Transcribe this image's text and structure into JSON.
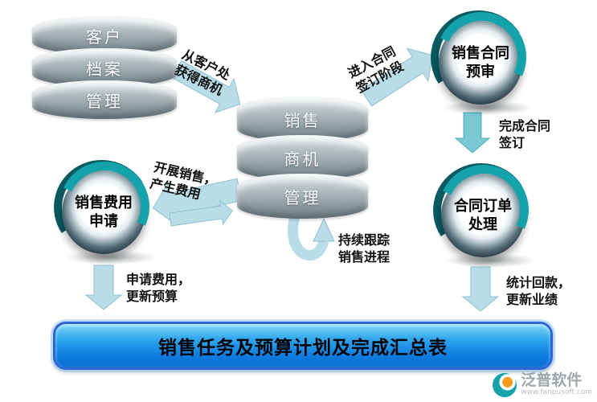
{
  "left_stack": {
    "items": [
      "客户",
      "档案",
      "管理"
    ]
  },
  "center_stack": {
    "items": [
      "销售",
      "商机",
      "管理"
    ]
  },
  "spheres": {
    "contract_review": "销售合同\n预审",
    "expense_request": "销售费用\n申请",
    "order_processing": "合同订单\n处理"
  },
  "arrow_labels": {
    "get_opportunity": "从客户处\n获得商机",
    "enter_signing": "进入合同\n签订阶段",
    "finish_signing": "完成合同\n签订",
    "conduct_sales": "开展销售，\n产生费用",
    "track_progress": "持续跟踪\n销售进程",
    "apply_expense": "申请费用，\n更新预算",
    "collect_payment": "统计回款，\n更新业绩"
  },
  "summary_bar": {
    "title": "销售任务及预算计划及完成汇总表"
  },
  "watermark": {
    "name": "泛普软件",
    "url": "www.fanpusoft.com"
  },
  "colors": {
    "arrow_light": "#b9dde7",
    "arrow_teal": "#79c8d4",
    "bar_blue": "#1e8fe4",
    "sphere_swoosh": "#14a2ab",
    "cylinder_gray": "#93a1a6"
  }
}
